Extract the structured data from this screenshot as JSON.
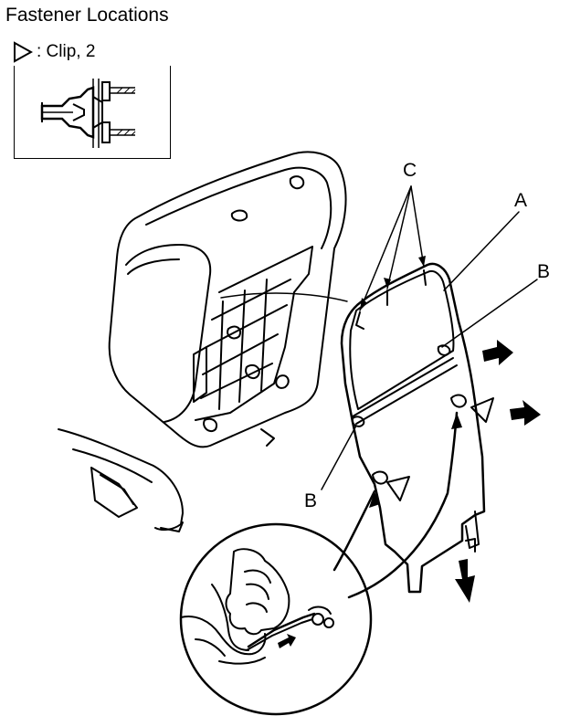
{
  "header": {
    "title": "Fastener Locations"
  },
  "legend": {
    "clip_label": ": Clip, 2",
    "clip_icon": "triangle-outline-icon"
  },
  "callouts": {
    "a": "A",
    "b_upper": "B",
    "b_lower": "B",
    "c": "C"
  },
  "colors": {
    "line": "#000000",
    "background": "#ffffff"
  }
}
